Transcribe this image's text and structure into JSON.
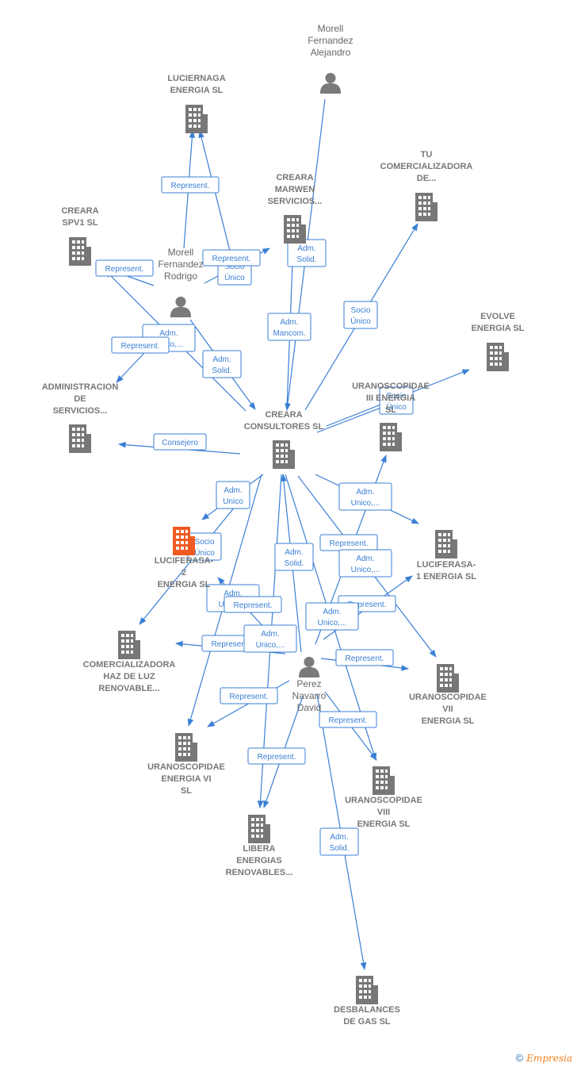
{
  "colors": {
    "edge": "#3a7fd5",
    "company": "#777777",
    "highlight": "#f05a22",
    "person": "#7a7a7a"
  },
  "nodes": [
    {
      "id": "morell_alejandro",
      "type": "person",
      "label": [
        "Morell",
        "Fernandez",
        "Alejandro"
      ]
    },
    {
      "id": "luciernaga",
      "type": "company",
      "label": [
        "LUCIERNAGA",
        "ENERGIA  SL"
      ]
    },
    {
      "id": "creara_marwen",
      "type": "company",
      "label": [
        "CREARA",
        "MARWEN",
        "SERVICIOS..."
      ]
    },
    {
      "id": "tu_comercializadora",
      "type": "company",
      "label": [
        "TU",
        "COMERCIALIZADORA",
        "DE..."
      ]
    },
    {
      "id": "creara_spv1",
      "type": "company",
      "label": [
        "CREARA",
        "SPV1  SL"
      ]
    },
    {
      "id": "morell_rodrigo",
      "type": "person",
      "label": [
        "Morell",
        "Fernandez",
        "Rodrigo"
      ]
    },
    {
      "id": "evolve",
      "type": "company",
      "label": [
        "EVOLVE",
        "ENERGIA  SL"
      ]
    },
    {
      "id": "administracion",
      "type": "company",
      "label": [
        "ADMINISTRACION",
        "DE",
        "SERVICIOS..."
      ]
    },
    {
      "id": "uranoscopidae_iii",
      "type": "company",
      "label": [
        "URANOSCOPIDAE",
        "III ENERGIA",
        "SL"
      ]
    },
    {
      "id": "creara_consultores",
      "type": "company",
      "label": [
        "CREARA",
        "CONSULTORES SL"
      ]
    },
    {
      "id": "luciferasa_2",
      "type": "company",
      "highlight": true,
      "label": [
        "LUCIFERASA-",
        "2",
        "ENERGIA  SL"
      ]
    },
    {
      "id": "luciferasa_1",
      "type": "company",
      "label": [
        "LUCIFERASA-",
        "1 ENERGIA  SL"
      ]
    },
    {
      "id": "comercializadora_haz",
      "type": "company",
      "label": [
        "COMERCIALIZADORA",
        "HAZ DE LUZ",
        "RENOVABLE..."
      ]
    },
    {
      "id": "perez_navarro",
      "type": "person",
      "label": [
        "Perez",
        "Navarro",
        "David"
      ]
    },
    {
      "id": "uranoscopidae_vii",
      "type": "company",
      "label": [
        "URANOSCOPIDAE",
        "VII",
        "ENERGIA  SL"
      ]
    },
    {
      "id": "uranoscopidae_vi",
      "type": "company",
      "label": [
        "URANOSCOPIDAE",
        "ENERGIA VI",
        "SL"
      ]
    },
    {
      "id": "uranoscopidae_viii",
      "type": "company",
      "label": [
        "URANOSCOPIDAE",
        "VIII",
        "ENERGIA  SL"
      ]
    },
    {
      "id": "libera",
      "type": "company",
      "label": [
        "LIBERA",
        "ENERGIAS",
        "RENOVABLES..."
      ]
    },
    {
      "id": "desbalances",
      "type": "company",
      "label": [
        "DESBALANCES",
        "DE GAS  SL"
      ]
    }
  ],
  "edges": [
    {
      "from": "morell_alejandro",
      "to": "creara_consultores",
      "label": [
        "Adm.",
        "Mancom."
      ]
    },
    {
      "from": "morell_rodrigo",
      "to": "luciernaga",
      "label": [
        "Represent."
      ]
    },
    {
      "from": "creara_consultores",
      "to": "luciernaga",
      "label": [
        "Socio",
        "Único"
      ]
    },
    {
      "from": "morell_rodrigo",
      "to": "creara_marwen",
      "label": [
        "Represent."
      ]
    },
    {
      "from": "creara_consultores",
      "to": "creara_marwen",
      "label": [
        "Adm.",
        "Solid."
      ]
    },
    {
      "from": "creara_consultores",
      "to": "tu_comercializadora",
      "label": [
        "Socio",
        "Único"
      ]
    },
    {
      "from": "morell_rodrigo",
      "to": "creara_spv1",
      "label": [
        "Represent."
      ]
    },
    {
      "from": "creara_consultores",
      "to": "creara_spv1",
      "label": [
        "Adm.",
        "Unico,..."
      ]
    },
    {
      "from": "morell_rodrigo",
      "to": "administracion",
      "label": [
        "Represent."
      ]
    },
    {
      "from": "morell_rodrigo",
      "to": "creara_consultores",
      "label": [
        "Adm.",
        "Solid."
      ]
    },
    {
      "from": "creara_consultores",
      "to": "evolve",
      "label": [
        "Socio",
        "Único"
      ]
    },
    {
      "from": "creara_consultores",
      "to": "administracion",
      "label": [
        "Consejero"
      ]
    },
    {
      "from": "creara_consultores",
      "to": "uranoscopidae_iii",
      "label": [
        "Socio",
        "Único"
      ]
    },
    {
      "from": "creara_consultores",
      "to": "luciferasa_2",
      "label": [
        "Adm.",
        "Unico"
      ]
    },
    {
      "from": "creara_consultores",
      "to": "comercializadora_haz",
      "label": [
        "Socio",
        "Único"
      ]
    },
    {
      "from": "creara_consultores",
      "to": "luciferasa_1",
      "label": [
        "Adm.",
        "Unico,..."
      ]
    },
    {
      "from": "perez_navarro",
      "to": "creara_consultores",
      "label": [
        "Adm.",
        "Solid."
      ]
    },
    {
      "from": "perez_navarro",
      "to": "uranoscopidae_iii",
      "label": [
        "Represent."
      ]
    },
    {
      "from": "creara_consultores",
      "to": "uranoscopidae_vii",
      "label": [
        "Adm.",
        "Unico,..."
      ]
    },
    {
      "from": "perez_navarro",
      "to": "luciferasa_2",
      "label": [
        "Adm.",
        "Unico,..."
      ]
    },
    {
      "from": "perez_navarro",
      "to": "luciferasa_1",
      "label": [
        "Represent."
      ]
    },
    {
      "from": "creara_consultores",
      "to": "uranoscopidae_viii",
      "label": [
        "Adm.",
        "Unico,..."
      ]
    },
    {
      "from": "perez_navarro",
      "to": "comercializadora_haz",
      "label": [
        "Represent."
      ]
    },
    {
      "from": "creara_consultores",
      "to": "uranoscopidae_vi",
      "label": [
        "Represent."
      ]
    },
    {
      "from": "creara_consultores",
      "to": "libera",
      "label": [
        "Adm.",
        "Unico,..."
      ]
    },
    {
      "from": "perez_navarro",
      "to": "uranoscopidae_vii",
      "label": [
        "Represent."
      ]
    },
    {
      "from": "perez_navarro",
      "to": "uranoscopidae_vi",
      "label": [
        "Represent."
      ]
    },
    {
      "from": "perez_navarro",
      "to": "uranoscopidae_viii",
      "label": [
        "Represent."
      ]
    },
    {
      "from": "perez_navarro",
      "to": "libera",
      "label": [
        "Represent."
      ]
    },
    {
      "from": "perez_navarro",
      "to": "desbalances",
      "label": [
        "Adm.",
        "Solid."
      ]
    }
  ],
  "footer": {
    "copyright": "©",
    "brand": "Empresia"
  }
}
